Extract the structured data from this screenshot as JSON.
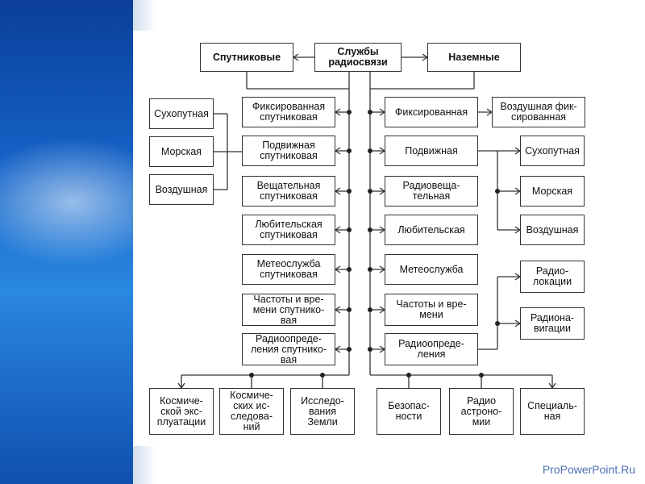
{
  "header": {
    "satellite": "Спутниковые",
    "center": "Службы\nрадиосвязи",
    "ground": "Наземные"
  },
  "left_types": [
    "Сухопутная",
    "Морская",
    "Воздушная"
  ],
  "satellite_services": [
    "Фиксированная\nспутниковая",
    "Подвижная\nспутниковая",
    "Вещательная\nспутниковая",
    "Любительская\nспутниковая",
    "Метеослужба\nспутниковая",
    "Частоты и вре-\nмени спутнико-\nвая",
    "Радиоопреде-\nления спутнико-\nвая"
  ],
  "ground_services": [
    "Фиксированная",
    "Подвижная",
    "Радиовеща-\nтельная",
    "Любительская",
    "Метеослужба",
    "Частоты и вре-\nмени",
    "Радиоопреде-\nления"
  ],
  "air_fixed": "Воздушная фик-\nсированная",
  "mobile_types": [
    "Сухопутная",
    "Морская",
    "Воздушная"
  ],
  "radiodetermination_types": [
    "Радио-\nлокации",
    "Радиона-\nвигации"
  ],
  "bottom_left": [
    "Космиче-\nской экс-\nплуатации",
    "Космиче-\nских ис-\nследова-\nний",
    "Исследо-\nвания\nЗемли"
  ],
  "bottom_right": [
    "Безопас-\nности",
    "Радио\nастроно-\nмии",
    "Специаль-\nная"
  ],
  "footer": {
    "brand": "ProPowerPoint.Ru"
  }
}
